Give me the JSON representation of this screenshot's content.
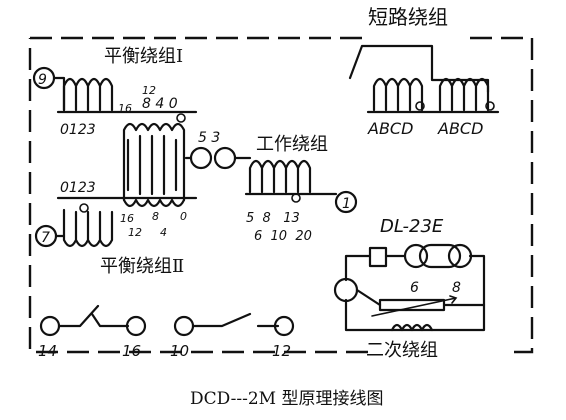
{
  "labels": {
    "short_winding": "短路绕组",
    "balance_winding_1": "平衡绕组Ⅰ",
    "balance_winding_2": "平衡绕组Ⅱ",
    "work_winding": "工作绕组",
    "secondary_winding": "二次绕组",
    "relay_model": "DL-23E",
    "caption": "DCD---2M 型原理接线图"
  },
  "terminals": {
    "t9": "9",
    "t7": "7",
    "t1": "1",
    "bottom_14": "14",
    "bottom_16": "16",
    "bottom_10": "10",
    "bottom_12": "12",
    "relay_6": "6",
    "relay_8": "8"
  },
  "taps": {
    "b1_left": "0123",
    "b1_upper": "12",
    "b1_lower_16": "16",
    "b1_lower_840": "8 4 0",
    "mid_53": "5 3",
    "b2_left": "0123",
    "b2_16": "16",
    "b2_8": "8",
    "b2_0": "0",
    "b2_12": "12",
    "b2_4": "4",
    "work_top": "5  8   13",
    "work_bottom": "6  10  20",
    "short_abcd_1": "ABCD",
    "short_abcd_2": "ABCD"
  },
  "colors": {
    "ink": "#111111",
    "paper": "#ffffff"
  }
}
